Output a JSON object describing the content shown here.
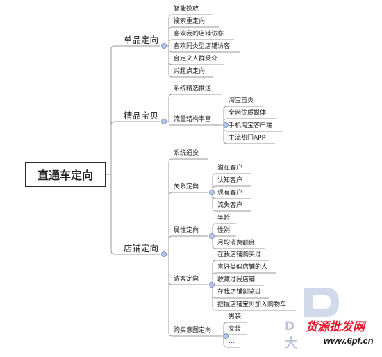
{
  "mindmap": {
    "root": {
      "label": "直通车定向"
    },
    "branches": [
      {
        "label": "单品定向",
        "children": [
          {
            "label": "智能投放"
          },
          {
            "label": "搜索重定向"
          },
          {
            "label": "喜欢我的店铺访客"
          },
          {
            "label": "喜欢同类型店铺访客"
          },
          {
            "label": "自定义人群受众"
          },
          {
            "label": "兴趣点定向"
          }
        ]
      },
      {
        "label": "精品宝贝",
        "children": [
          {
            "label": "系统精选推送"
          },
          {
            "label": "流量结构丰富",
            "children": [
              {
                "label": "淘宝首页"
              },
              {
                "label": "全网优质媒体"
              },
              {
                "label": "手机淘宝客户端"
              },
              {
                "label": "主流热门APP"
              }
            ]
          }
        ]
      },
      {
        "label": "店铺定向",
        "children": [
          {
            "label": "系统通投"
          },
          {
            "label": "关系定向",
            "children": [
              {
                "label": "潜在客户"
              },
              {
                "label": "认知客户"
              },
              {
                "label": "现有客户"
              },
              {
                "label": "流失客户"
              }
            ]
          },
          {
            "label": "属性定向",
            "children": [
              {
                "label": "年龄"
              },
              {
                "label": "性别"
              },
              {
                "label": "月均消费额度"
              }
            ]
          },
          {
            "label": "访客定向",
            "children": [
              {
                "label": "在我店铺购买过"
              },
              {
                "label": "喜好类似店铺的人"
              },
              {
                "label": "收藏过我店铺"
              },
              {
                "label": "在我店铺浏览过"
              },
              {
                "label": "把握店铺宝贝加入购物车"
              }
            ]
          },
          {
            "label": "购买意图定向",
            "children": [
              {
                "label": "男装"
              },
              {
                "label": "女装"
              },
              {
                "label": "..."
              }
            ]
          }
        ]
      }
    ]
  },
  "watermark": {
    "logo_letters": "D",
    "partial_text": "大",
    "site_name": "货源批发网",
    "url": "www.6pf.cn"
  },
  "colors": {
    "line": "#9a9a9a",
    "expander_fill": "#b9c7e6",
    "watermark_blue": "#b9c3dc",
    "watermark_red": "#e0172a"
  }
}
